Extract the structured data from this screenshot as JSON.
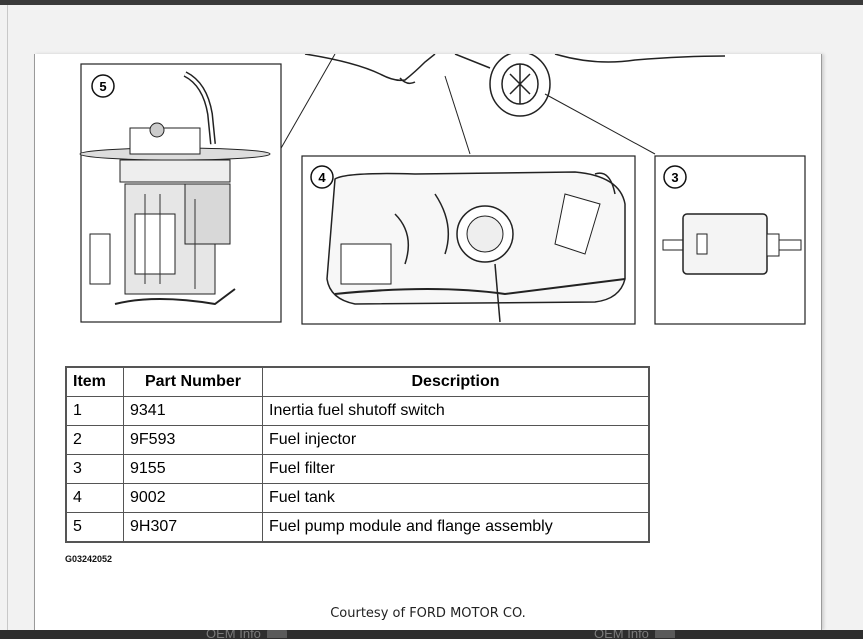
{
  "diagram": {
    "callouts": [
      "5",
      "4",
      "3"
    ]
  },
  "table": {
    "headers": [
      "Item",
      "Part Number",
      "Description"
    ],
    "rows": [
      [
        "1",
        "9341",
        "Inertia fuel shutoff switch"
      ],
      [
        "2",
        "9F593",
        "Fuel injector"
      ],
      [
        "3",
        "9155",
        "Fuel filter"
      ],
      [
        "4",
        "9002",
        "Fuel tank"
      ],
      [
        "5",
        "9H307",
        "Fuel pump module and flange assembly"
      ]
    ]
  },
  "figure_id": "G03242052",
  "credit": "Courtesy of FORD MOTOR CO.",
  "watermark": {
    "left": "OEM Info",
    "right": "OEM Info"
  }
}
